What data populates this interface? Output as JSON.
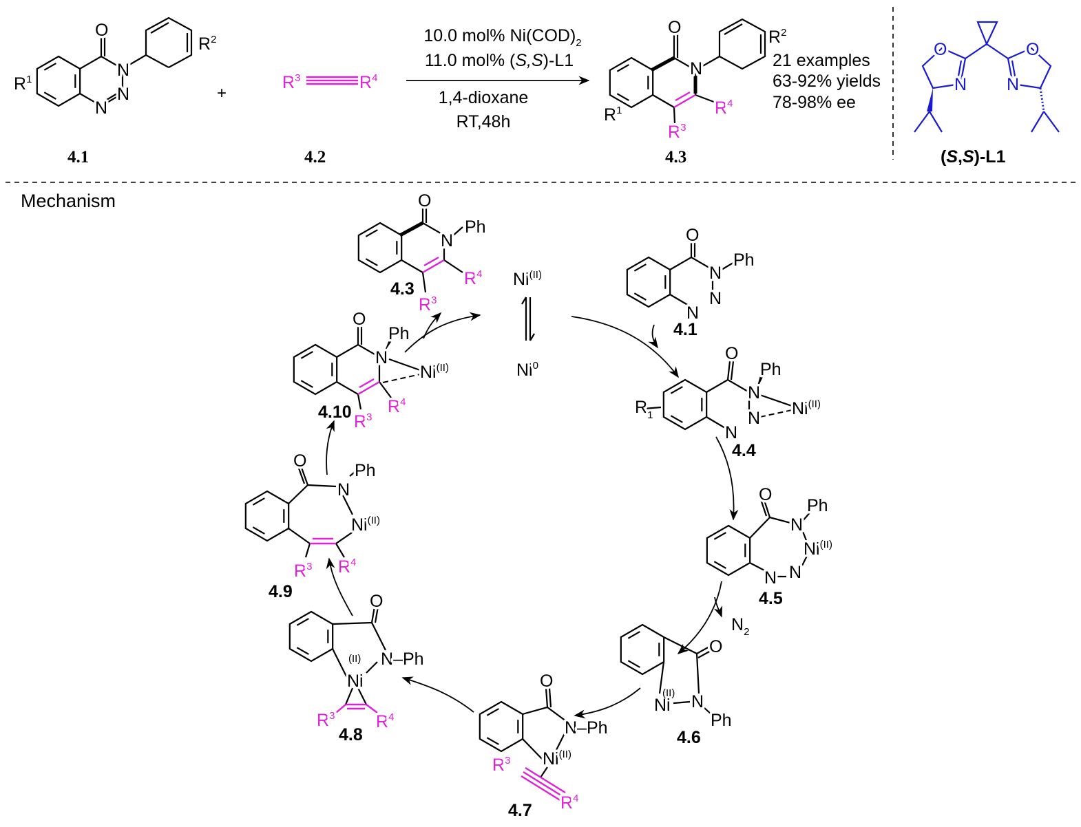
{
  "sym": {
    "O": "O",
    "N": "N",
    "Ph": "Ph",
    "Ni": "Ni",
    "R": "R",
    "II": "(II)",
    "zero": "0",
    "one": "1",
    "two": "2",
    "three": "3",
    "four": "4",
    "dashPh": "–Ph"
  },
  "top": {
    "c41_label": "4.1",
    "plus": "+",
    "c42_label": "4.2",
    "cond": {
      "line1": "10.0 mol% Ni(COD)",
      "line1_sub": "2",
      "line2_a": "11.0 mol% (",
      "line2_b": "S,S",
      "line2_c": ")-L1",
      "line3": "1,4-dioxane",
      "line4": "RT,48h"
    },
    "c43_label": "4.3",
    "stats": [
      "21 examples",
      "63-92% yields",
      "78-98% ee"
    ],
    "ligand": {
      "label_a": "(",
      "label_b": "S",
      ",": ",",
      "label_d": "S",
      "label_e": ")-L1"
    }
  },
  "mechanism": {
    "title": "Mechanism",
    "labels": {
      "c43": "4.3",
      "c41": "4.1",
      "c44": "4.4",
      "c45": "4.5",
      "c46": "4.6",
      "c47": "4.7",
      "c48": "4.8",
      "c49": "4.9",
      "c410": "4.10"
    },
    "n2": "N",
    "n2_sub": "2"
  },
  "colors": {
    "reagent": "#e020d8",
    "ligand": "#1a1ad0"
  }
}
